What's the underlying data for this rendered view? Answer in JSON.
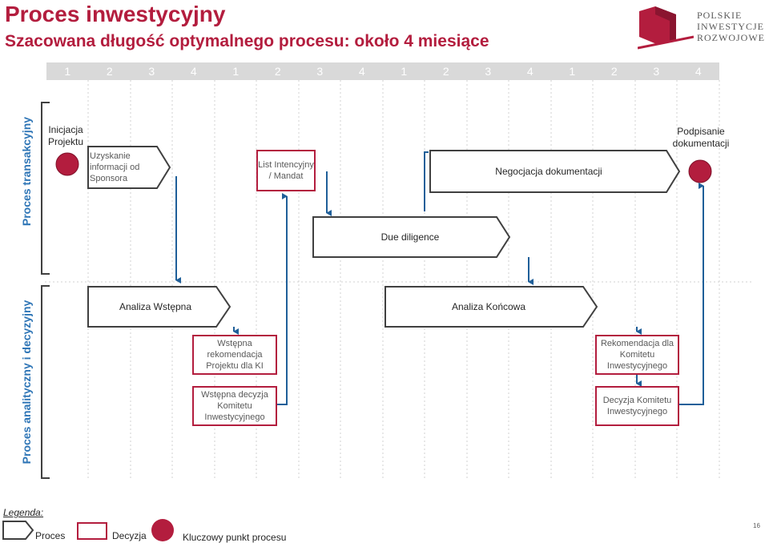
{
  "header": {
    "title": "Proces inwestycyjny",
    "subtitle": "Szacowana długość optymalnego procesu: około 4 miesiące",
    "logo_lines": [
      "POLSKIE",
      "INWESTYCJE",
      "ROZWOJOWE"
    ]
  },
  "months": [
    "1",
    "2",
    "3",
    "4",
    "1",
    "2",
    "3",
    "4",
    "1",
    "2",
    "3",
    "4",
    "1",
    "2",
    "3",
    "4"
  ],
  "lanes": {
    "transaction": "Proces transakcyjny",
    "analytical": "Proces analityczny i decyzyjny"
  },
  "nodes": {
    "start_label": "Inicjacja Projektu",
    "sponsor_info": "Uzyskanie informacji od Sponsora",
    "intent_letter": "List Intencyjny / Mandat",
    "negotiation": "Negocjacja dokumentacji",
    "due_diligence": "Due diligence",
    "signing": "Podpisanie dokumentacji",
    "initial_analysis": "Analiza Wstępna",
    "final_analysis": "Analiza Końcowa",
    "initial_recommendation": "Wstępna rekomendacja Projektu dla KI",
    "initial_decision": "Wstępna decyzja Komitetu Inwestycyjnego",
    "committee_recommendation": "Rekomendacja dla Komitetu Inwestycyjnego",
    "committee_decision": "Decyzja Komitetu Inwestycyjnego"
  },
  "legend": {
    "title": "Legenda:",
    "process": "Proces",
    "decision": "Decyzja",
    "milestone": "Kluczowy punkt procesu"
  },
  "page_number": "16",
  "colors": {
    "accent": "#b31d3e",
    "lane_blue": "#2e75b6",
    "arrow_blue": "#1f5f99",
    "month_bar": "#d9d9d9"
  }
}
